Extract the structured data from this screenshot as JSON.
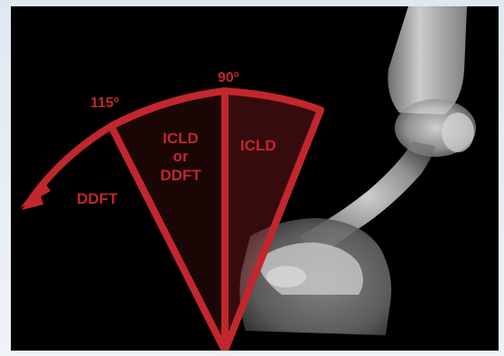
{
  "diagram": {
    "colors": {
      "accent": "#c1272d",
      "background": "#000000",
      "page": "#e6eef6"
    },
    "angles": {
      "top": "90º",
      "left": "115º"
    },
    "zones": {
      "right": "ICLD",
      "middle_line1": "ICLD",
      "middle_line2": "or",
      "middle_line3": "DDFT",
      "left": "DDFT"
    }
  }
}
